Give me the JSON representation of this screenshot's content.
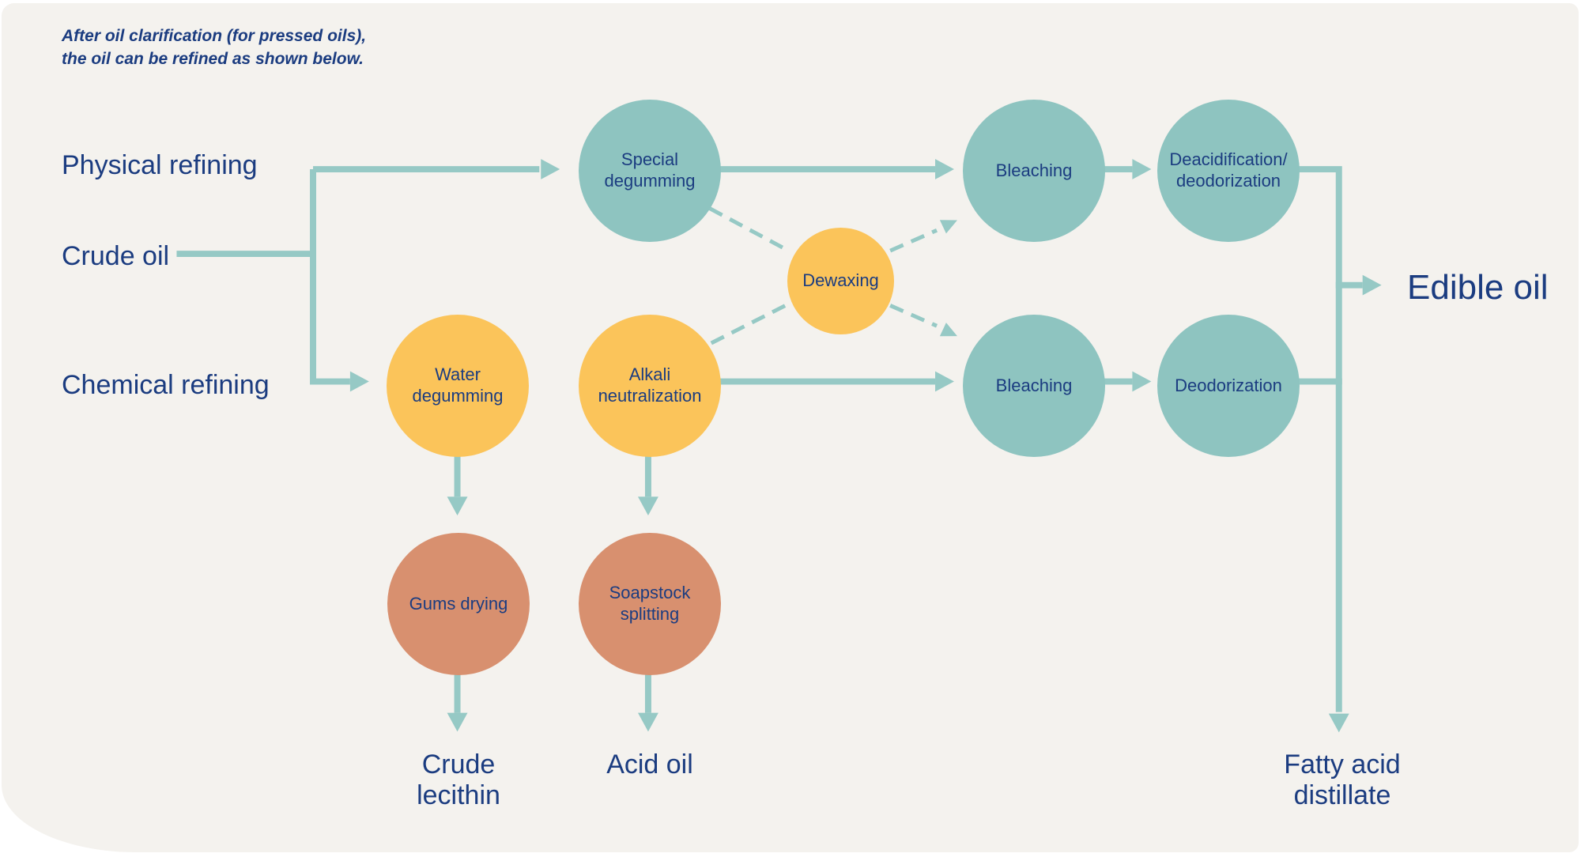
{
  "note": "After oil clarification (for pressed oils),\nthe oil can be refined as shown below.",
  "row_labels": {
    "physical": "Physical refining",
    "crude_oil": "Crude oil",
    "chemical": "Chemical refining"
  },
  "nodes": {
    "special_degumming": "Special\ndegumming",
    "bleaching_top": "Bleaching",
    "deacidification": "Deacidification/\ndeodorization",
    "dewaxing": "Dewaxing",
    "water_degumming": "Water\ndegumming",
    "alkali_neutralization": "Alkali\nneutralization",
    "bleaching_bottom": "Bleaching",
    "deodorization": "Deodorization",
    "gums_drying": "Gums drying",
    "soapstock_splitting": "Soapstock\nsplitting"
  },
  "outputs": {
    "edible_oil": "Edible oil",
    "crude_lecithin": "Crude\nlecithin",
    "acid_oil": "Acid oil",
    "fatty_acid_distillate": "Fatty acid\ndistillate"
  },
  "edges": [
    {
      "from": "crude_oil",
      "to": "branch_trunk",
      "style": "solid-line"
    },
    {
      "from": "branch_trunk",
      "to": "special_degumming",
      "style": "solid-arrow"
    },
    {
      "from": "branch_trunk",
      "to": "water_degumming",
      "style": "solid-arrow"
    },
    {
      "from": "special_degumming",
      "to": "bleaching_top",
      "style": "solid-arrow"
    },
    {
      "from": "bleaching_top",
      "to": "deacidification",
      "style": "solid-arrow"
    },
    {
      "from": "deacidification",
      "to": "edible_oil",
      "style": "solid-arrow"
    },
    {
      "from": "deacidification",
      "to": "fatty_acid_distillate",
      "style": "solid-arrow"
    },
    {
      "from": "water_degumming",
      "to": "gums_drying",
      "style": "solid-arrow"
    },
    {
      "from": "gums_drying",
      "to": "crude_lecithin",
      "style": "solid-arrow"
    },
    {
      "from": "alkali_neutralization",
      "to": "bleaching_bottom",
      "style": "solid-arrow"
    },
    {
      "from": "alkali_neutralization",
      "to": "soapstock_splitting",
      "style": "solid-arrow"
    },
    {
      "from": "soapstock_splitting",
      "to": "acid_oil",
      "style": "solid-arrow"
    },
    {
      "from": "bleaching_bottom",
      "to": "deodorization",
      "style": "solid-arrow"
    },
    {
      "from": "deodorization",
      "to": "fatty_acid_distillate",
      "style": "solid-line"
    },
    {
      "from": "special_degumming",
      "to": "dewaxing",
      "style": "dashed-line"
    },
    {
      "from": "dewaxing",
      "to": "bleaching_bottom",
      "style": "dashed-arrow"
    },
    {
      "from": "alkali_neutralization",
      "to": "dewaxing",
      "style": "dashed-line"
    },
    {
      "from": "dewaxing",
      "to": "bleaching_top",
      "style": "dashed-arrow"
    }
  ],
  "colors": {
    "page": "#ffffff",
    "background": "#f4f2ee",
    "navy": "#1b3c80",
    "teal_node": "#8ec4c0",
    "yellow_node": "#fbc45a",
    "salmon_node": "#d8906f",
    "connector": "#96c9c5"
  }
}
